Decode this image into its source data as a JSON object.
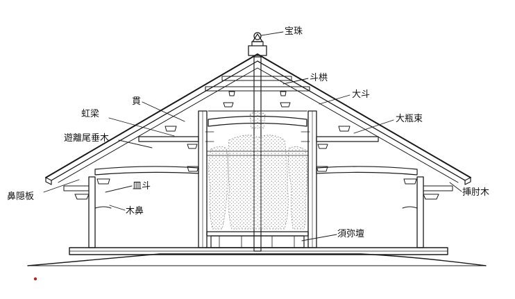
{
  "labels": {
    "hoju": "宝珠",
    "tokyo": "斗栱",
    "daito": "大斗",
    "nuki": "貫",
    "koryo": "虹梁",
    "taiheizuka": "大瓶束",
    "yuri_odaruki": "遊離尾垂木",
    "hanakakushi_ita": "鼻隠板",
    "sarato": "皿斗",
    "kibana": "木鼻",
    "sashihijiki": "挿肘木",
    "shumidan": "須弥壇"
  },
  "colors": {
    "ink": "#1a1a1a",
    "stipple": "#9a9a9a",
    "paper": "#ffffff",
    "dot": "#b0281c"
  }
}
